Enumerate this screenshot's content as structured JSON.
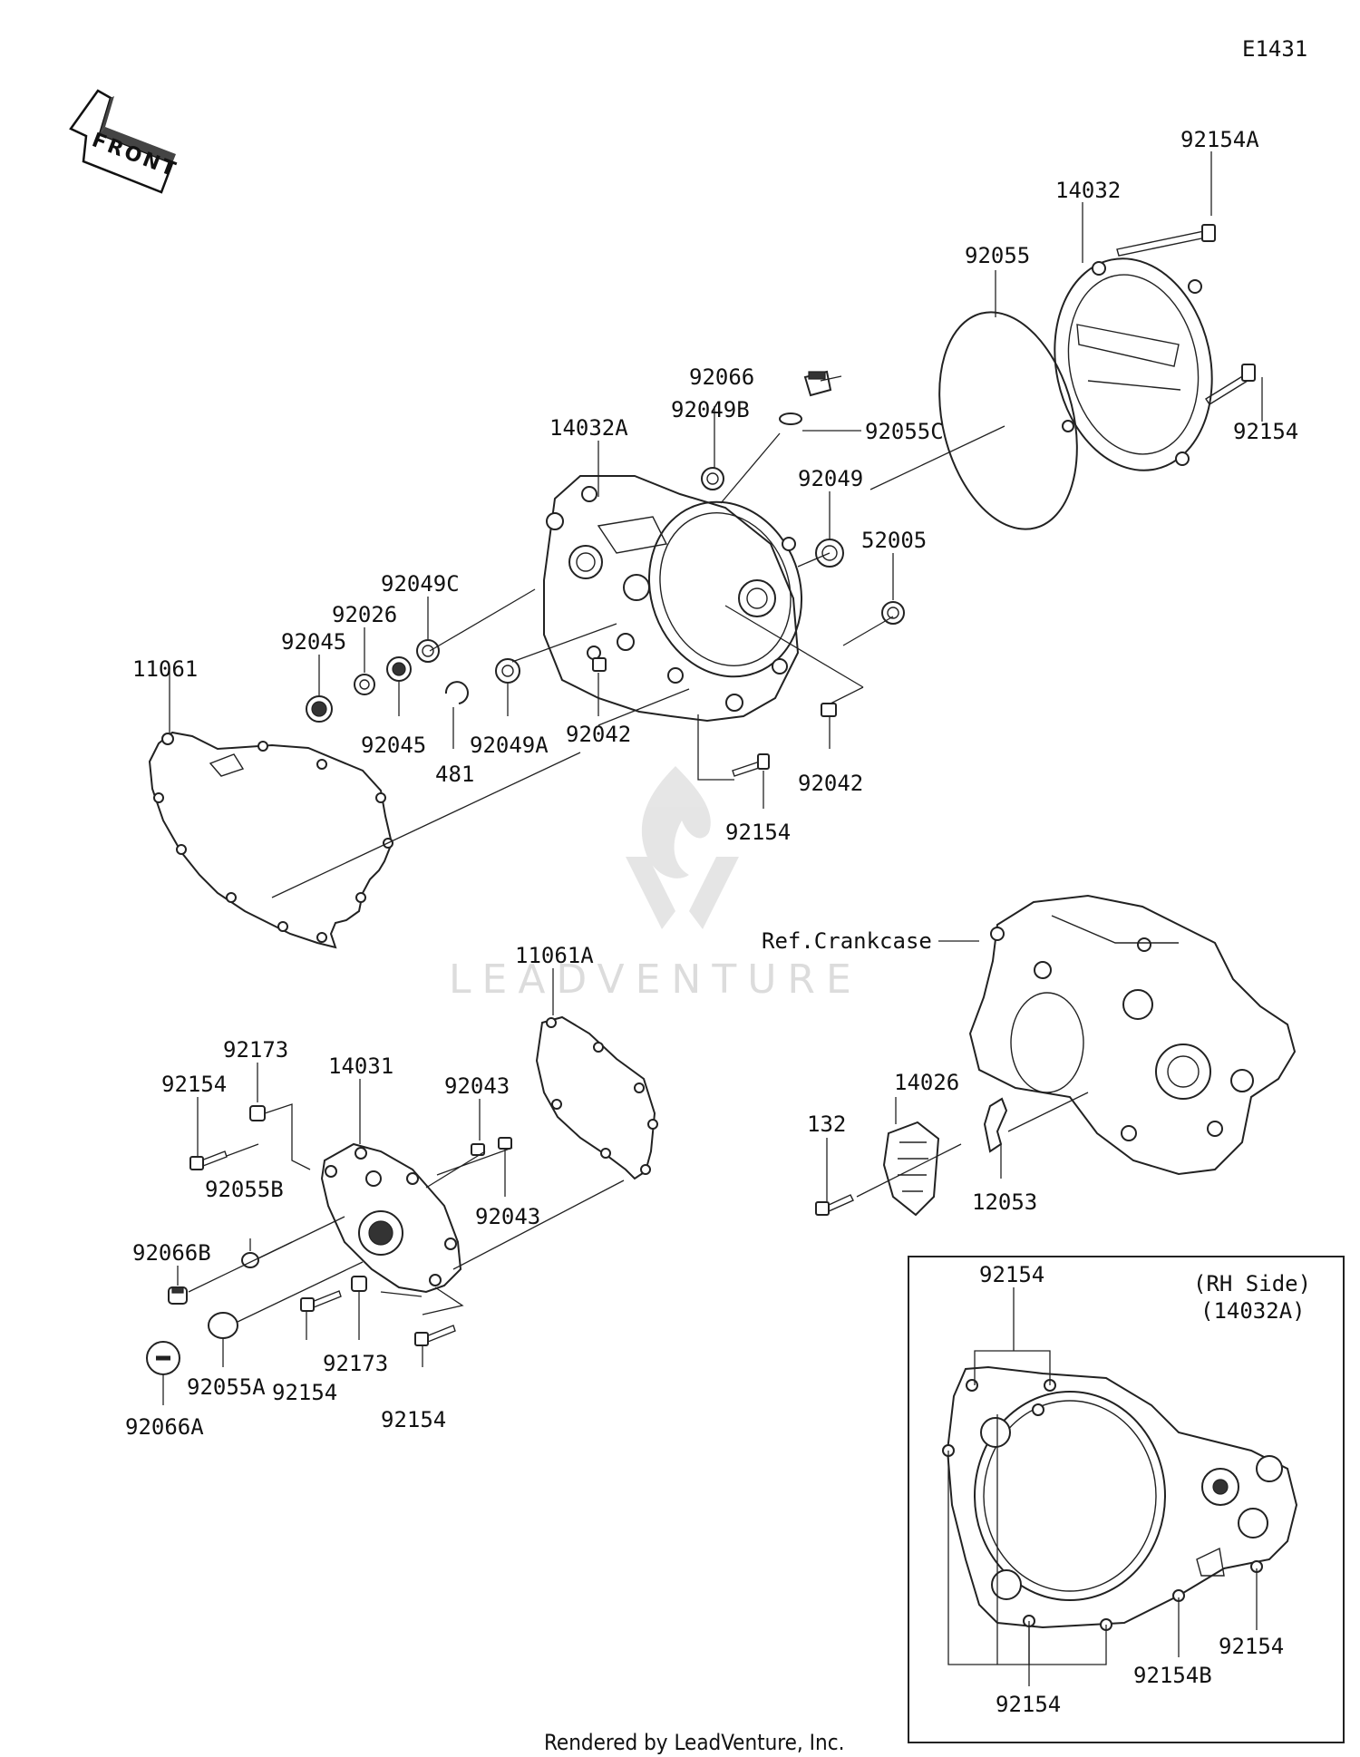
{
  "diagram_code": "E1431",
  "front_arrow_label": "FRONT",
  "watermark": "LEADVENTURE",
  "footer": "Rendered by LeadVenture, Inc.",
  "inset": {
    "title_line1": "(RH Side)",
    "title_line2": "(14032A)"
  },
  "labels": {
    "p92154A": "92154A",
    "p14032": "14032",
    "p92055": "92055",
    "p92154_top": "92154",
    "p92066": "92066",
    "p92049B": "92049B",
    "p92055C": "92055C",
    "p14032A": "14032A",
    "p92049": "92049",
    "p52005": "52005",
    "p92049C": "92049C",
    "p92026": "92026",
    "p92045_a": "92045",
    "p11061": "11061",
    "p92045_b": "92045",
    "p481": "481",
    "p92049A": "92049A",
    "p92042_a": "92042",
    "p92042_b": "92042",
    "p92154_mid": "92154",
    "ref_crankcase": "Ref.Crankcase",
    "p11061A": "11061A",
    "p92173_a": "92173",
    "p14031": "14031",
    "p92043_a": "92043",
    "p92154_left": "92154",
    "p92055B": "92055B",
    "p92043_b": "92043",
    "p92066B": "92066B",
    "p92173_b": "92173",
    "p92154_low1": "92154",
    "p92154_low2": "92154",
    "p92055A": "92055A",
    "p92066A": "92066A",
    "p14026": "14026",
    "p132": "132",
    "p12053": "12053",
    "inset_92154_top": "92154",
    "inset_92154_right": "92154",
    "inset_92154B": "92154B",
    "inset_92154_bottom": "92154"
  }
}
